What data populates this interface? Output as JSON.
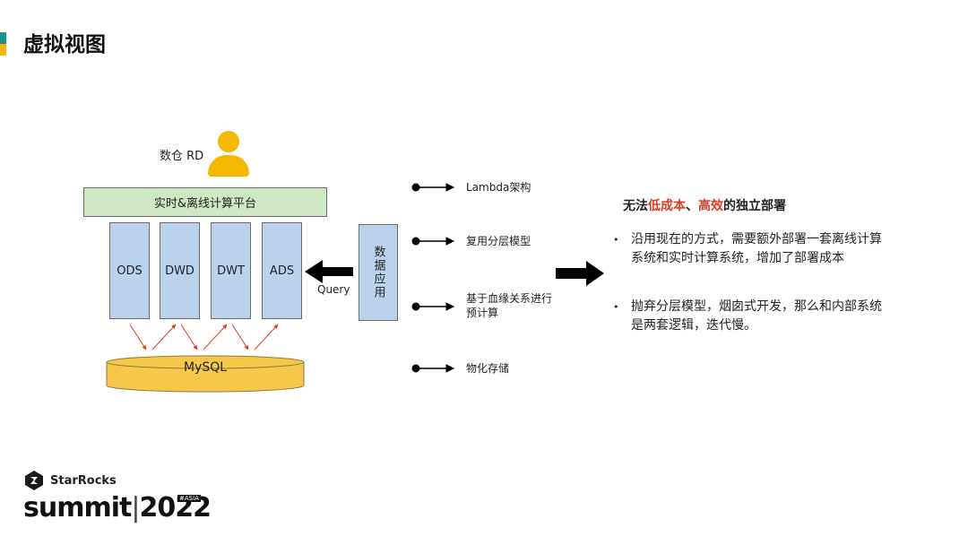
{
  "colors": {
    "accent_teal": "#17968f",
    "accent_yellow": "#f2b705",
    "person": "#f5b800",
    "platform_fill": "#cde8c2",
    "layer_fill": "#b9d3ee",
    "cylinder_fill": "#f5c84a",
    "connector_red": "#e03a26",
    "highlight_red": "#e03a26"
  },
  "header": {
    "title": "虚拟视图"
  },
  "diagram": {
    "person_label": "数仓 RD",
    "person_icon": "person-icon",
    "platform_label": "实时&离线计算平台",
    "layers": [
      {
        "label": "ODS"
      },
      {
        "label": "DWD"
      },
      {
        "label": "DWT"
      },
      {
        "label": "ADS"
      }
    ],
    "database_label": "MySQL",
    "app_label": "数据应用",
    "query_label": "Query"
  },
  "features": [
    {
      "text": "Lambda架构"
    },
    {
      "text": "复用分层模型"
    },
    {
      "text": "基于血缘关系进行预计算"
    },
    {
      "text": "物化存储"
    }
  ],
  "conclusion": {
    "heading_parts": [
      {
        "text": "无法",
        "highlight": false
      },
      {
        "text": "低成本",
        "highlight": true
      },
      {
        "text": "、",
        "highlight": false
      },
      {
        "text": "高效",
        "highlight": true
      },
      {
        "text": "的独立部署",
        "highlight": false
      }
    ],
    "points": [
      {
        "bullet": "•",
        "text": "沿用现在的方式，需要额外部署一套离线计算系统和实时计算系统，增加了部署成本"
      },
      {
        "bullet": "•",
        "text": "抛弃分层模型，烟囱式开发，那么和内部系统是两套逻辑，迭代慢。"
      }
    ]
  },
  "logo": {
    "brand": "StarRocks",
    "event": "summit",
    "year": "2022",
    "tag": "#ASIA"
  }
}
